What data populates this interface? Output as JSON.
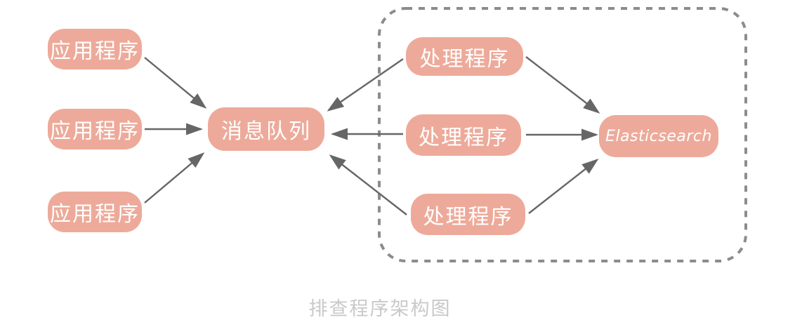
{
  "diagram": {
    "caption": "排查程序架构图",
    "colors": {
      "node_fill": "#edaa9a",
      "node_text": "#ffffff",
      "arrow": "#666666",
      "dashed_border": "#8c8c8c",
      "caption_text": "#c9c9c9"
    },
    "nodes": {
      "app1": {
        "label": "应用程序"
      },
      "app2": {
        "label": "应用程序"
      },
      "app3": {
        "label": "应用程序"
      },
      "mq": {
        "label": "消息队列"
      },
      "worker1": {
        "label": "处理程序"
      },
      "worker2": {
        "label": "处理程序"
      },
      "worker3": {
        "label": "处理程序"
      },
      "es": {
        "label": "Elasticsearch"
      }
    },
    "groups": {
      "dashed_container": {
        "members": [
          "worker1",
          "worker2",
          "worker3"
        ],
        "style": "dashed-rounded"
      }
    },
    "edges": [
      {
        "from": "app1",
        "to": "mq"
      },
      {
        "from": "app2",
        "to": "mq"
      },
      {
        "from": "app3",
        "to": "mq"
      },
      {
        "from": "worker1",
        "to": "mq"
      },
      {
        "from": "worker2",
        "to": "mq"
      },
      {
        "from": "worker3",
        "to": "mq"
      },
      {
        "from": "worker1",
        "to": "es"
      },
      {
        "from": "worker2",
        "to": "es"
      },
      {
        "from": "worker3",
        "to": "es"
      }
    ]
  }
}
